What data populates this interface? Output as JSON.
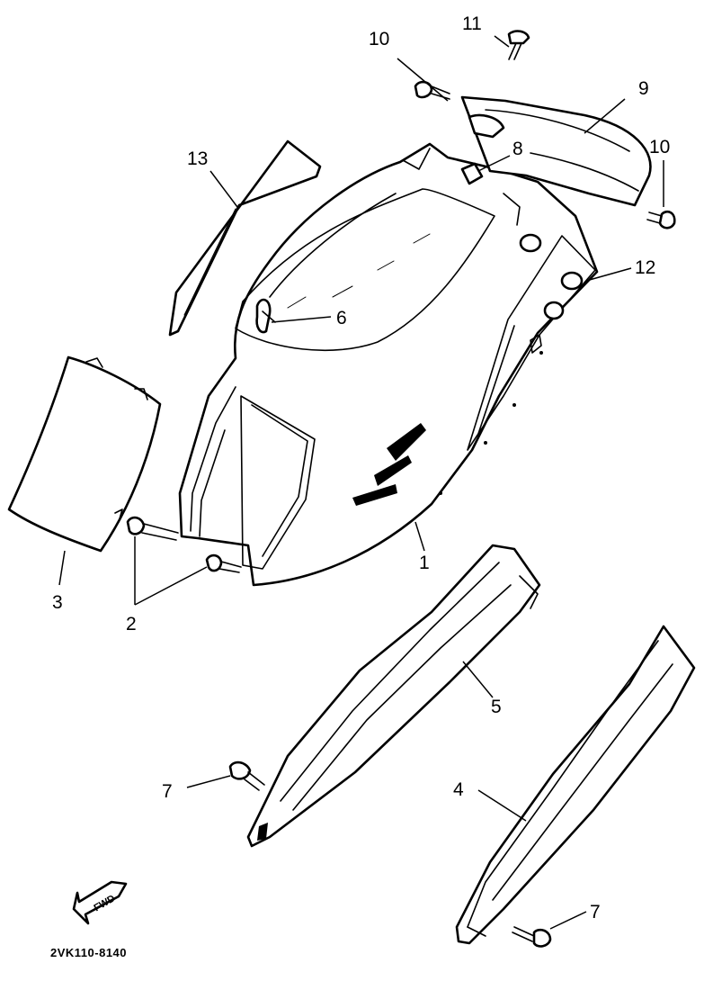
{
  "diagram_code": "2VK110-8140",
  "fwd_label": "FWD",
  "callouts": [
    {
      "id": "1",
      "label": "1"
    },
    {
      "id": "2",
      "label": "2"
    },
    {
      "id": "3",
      "label": "3"
    },
    {
      "id": "4",
      "label": "4"
    },
    {
      "id": "5",
      "label": "5"
    },
    {
      "id": "6",
      "label": "6"
    },
    {
      "id": "7a",
      "label": "7"
    },
    {
      "id": "7b",
      "label": "7"
    },
    {
      "id": "8",
      "label": "8"
    },
    {
      "id": "9",
      "label": "9"
    },
    {
      "id": "10a",
      "label": "10"
    },
    {
      "id": "10b",
      "label": "10"
    },
    {
      "id": "11",
      "label": "11"
    },
    {
      "id": "12",
      "label": "12"
    },
    {
      "id": "13",
      "label": "13"
    }
  ]
}
